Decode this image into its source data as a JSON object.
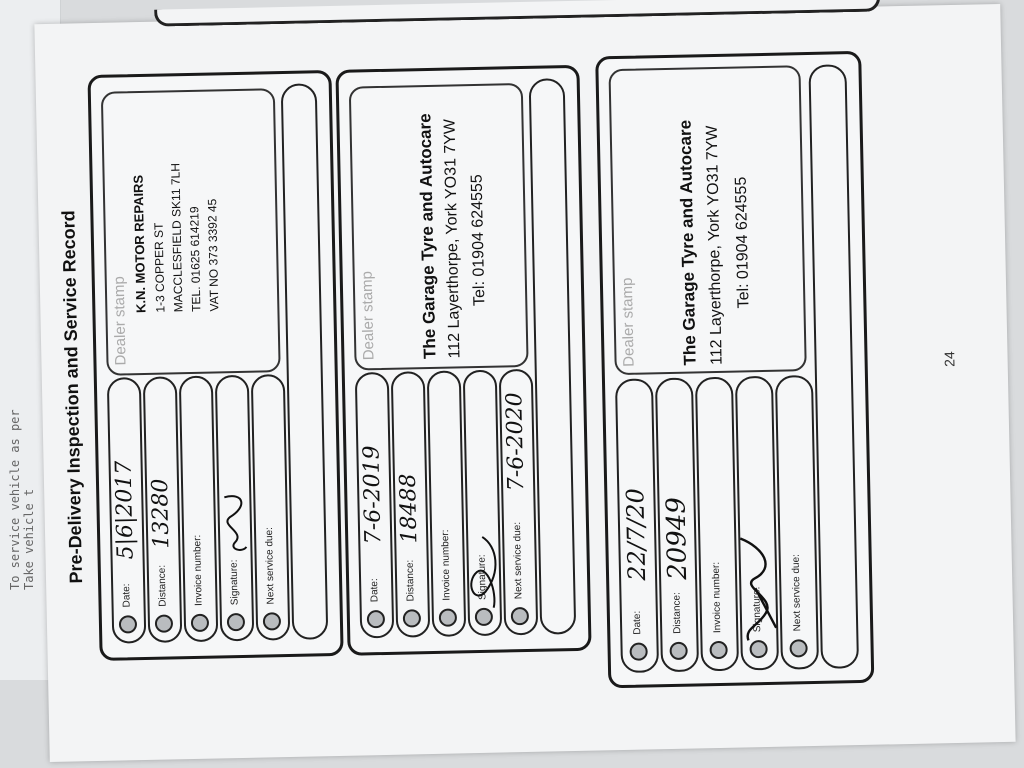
{
  "background": {
    "lines": [
      "To service vehicle as per",
      "Take vehicle t"
    ]
  },
  "page": {
    "heading": "Pre-Delivery Inspection and Service Record",
    "page_number": "24"
  },
  "labels": {
    "date": "Date:",
    "distance": "Distance:",
    "invoice": "Invoice number:",
    "signature": "Signature:",
    "next_service": "Next service due:",
    "stamp": "Dealer stamp"
  },
  "records": [
    {
      "date": "5|6|2017",
      "distance": "13280",
      "invoice": "",
      "next_service": "",
      "stamp_lines": [
        "K.N. MOTOR REPAIRS",
        "1-3 COPPER ST",
        "MACCLESFIELD  SK11 7LH",
        "TEL. 01625 614219",
        "VAT NO 373 3392 45"
      ]
    },
    {
      "date": "7-6-2019",
      "distance": "18488",
      "invoice": "",
      "next_service": "7-6-2020",
      "stamp_lines": [
        "The Garage Tyre and Autocare",
        "112 Layerthorpe, York  YO31 7YW",
        "Tel: 01904 624555"
      ]
    },
    {
      "date": "22/7/20",
      "distance": "20949",
      "invoice": "",
      "next_service": "",
      "stamp_lines": [
        "The Garage Tyre and Autocare",
        "112 Layerthorpe, York  YO31 7YW",
        "Tel: 01904 624555"
      ]
    }
  ]
}
